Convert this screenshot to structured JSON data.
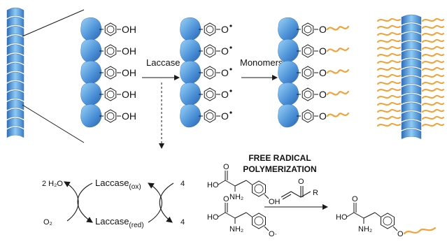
{
  "colors": {
    "fiber_dark": "#3a78c2",
    "fiber_light": "#7cc0f0",
    "polymer": "#f2a23a",
    "ink": "#1a1a1a"
  },
  "reaction": {
    "enzyme_label": "Laccase",
    "monomers_label": "Monomers",
    "phenol_group": "OH",
    "radical_group": "O",
    "ether_group": "O"
  },
  "title_lines": [
    "FREE RADICAL",
    "POLYMERIZATION"
  ],
  "cycle": {
    "water": "2 H₂O",
    "oxygen": "O₂",
    "laccase_ox": "Laccase",
    "laccase_ox_sub": "(ox)",
    "laccase_red": "Laccase",
    "laccase_red_sub": "(red)",
    "stoich_top": "4",
    "stoich_bottom": "4"
  },
  "molecule": {
    "carboxyl_ho": "HO",
    "carbonyl_o": "O",
    "amine": "NH₂",
    "phenol_oh": "OH",
    "radical_o": "O·",
    "ether_o": "O"
  },
  "monomer": {
    "carbonyl_o": "O",
    "r_group": "R"
  },
  "icons": [
    "fiber-bundle-icon",
    "protein-blob-icon",
    "benzene-ring-icon",
    "polymer-chain-icon"
  ]
}
